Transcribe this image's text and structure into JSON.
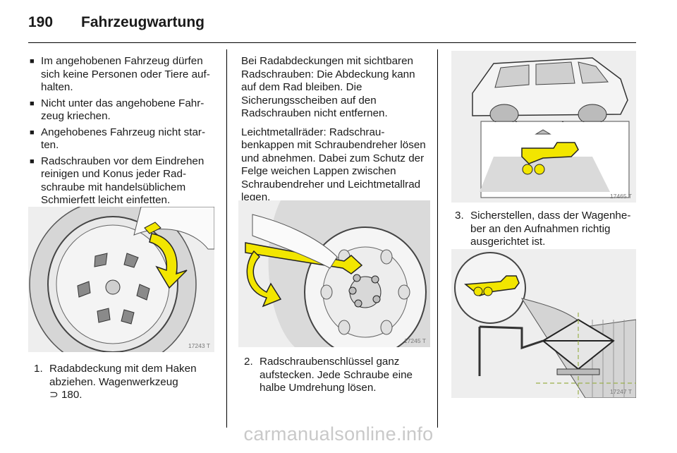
{
  "header": {
    "page_number": "190",
    "title": "Fahrzeugwartung"
  },
  "col1": {
    "bullets": [
      "Im angehobenen Fahrzeug dürfen sich keine Personen oder Tiere auf­halten.",
      "Nicht unter das angehobene Fahr­zeug kriechen.",
      "Angehobenes Fahrzeug nicht star­ten.",
      "Radschrauben vor dem Eindrehen reinigen und Konus jeder Rad­schraube mit handelsüblichem Schmierfett leicht einfetten."
    ],
    "figure_number": "17243 T",
    "step": {
      "number": "1.",
      "text": "Radabdeckung mit dem Haken abziehen. Wagenwerkzeug",
      "ref": "⊃ 180."
    }
  },
  "col2": {
    "paragraph1": "Bei Radabdeckungen mit sichtba­ren Radschrauben: Die Abde­ckung kann auf dem Rad bleiben. Die Sicherungsscheiben auf den Radschrauben nicht entfernen.",
    "paragraph2": "Leichtmetallräder: Radschrau­benkappen mit Schraubendreher lösen und abnehmen. Dabei zum Schutz der Felge weichen Lappen zwischen Schraubendreher und Leichtmetallrad legen.",
    "figure_number": "17245 T",
    "step": {
      "number": "2.",
      "text": "Radschraubenschlüssel ganz aufstecken. Jede Schraube eine halbe Umdrehung lösen."
    }
  },
  "col3": {
    "figure1_number": "17465 T",
    "step": {
      "number": "3.",
      "text": "Sicherstellen, dass der Wagenhe­ber an den Aufnahmen richtig ausgerichtet ist."
    },
    "figure2_number": "17247 T"
  },
  "watermark": "carmanualsonline.info",
  "colors": {
    "highlight": "#f2e600",
    "figure_bg": "#eeeeee"
  }
}
